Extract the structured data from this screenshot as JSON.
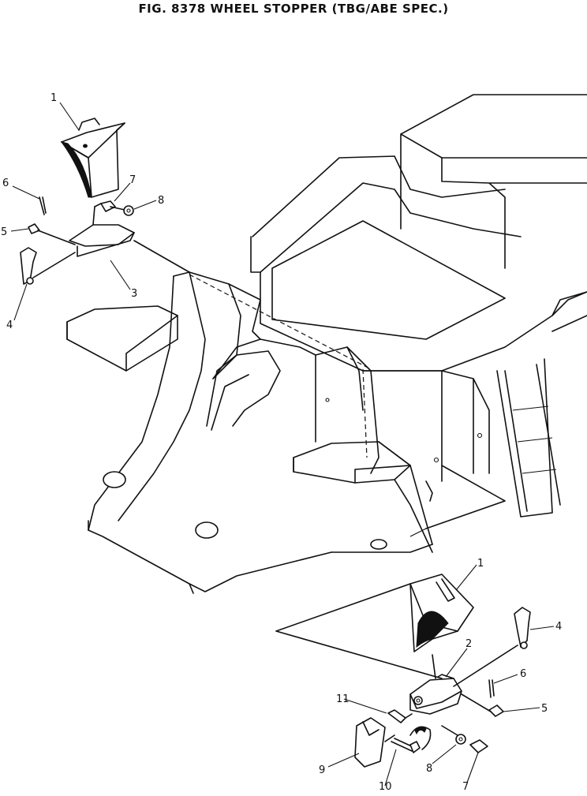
{
  "figure": {
    "title": "FIG. 8378   WHEEL  STOPPER  (TBG/ABE  SPEC.)"
  },
  "callouts": {
    "c1_top": "1",
    "c6_top": "6",
    "c7_top": "7",
    "c8_top": "8",
    "c5_top": "5",
    "c3_top": "3",
    "c4_top": "4",
    "c1_bot": "1",
    "c4_bot": "4",
    "c2_bot": "2",
    "c6_bot": "6",
    "c11_bot": "11",
    "c5_bot": "5",
    "c9_bot": "9",
    "c10_bot": "10",
    "c8_bot": "8",
    "c7_bot": "7"
  }
}
